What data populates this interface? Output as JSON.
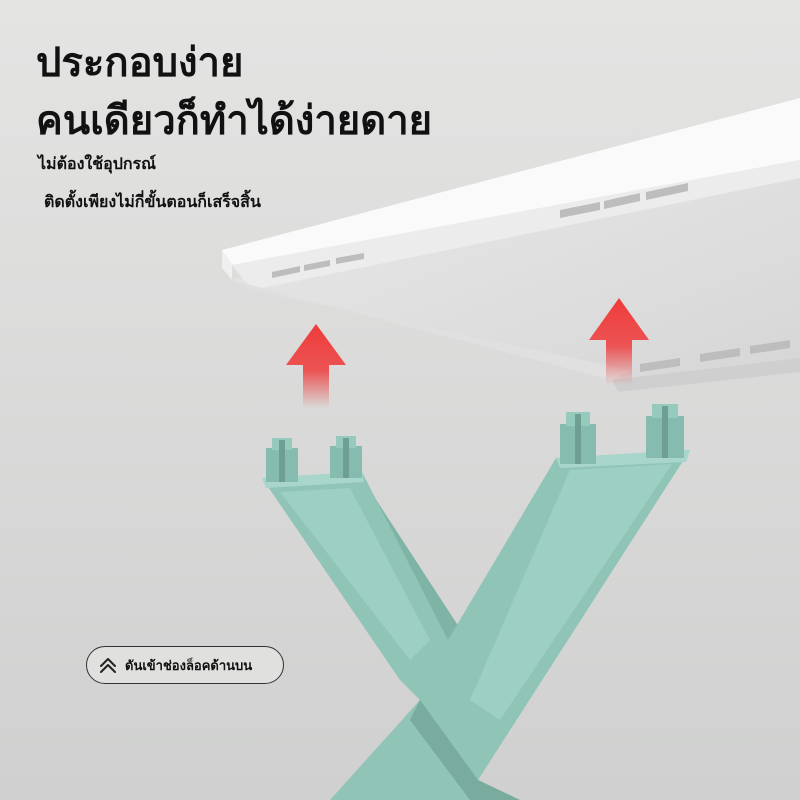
{
  "headline": {
    "line1": "ประกอบง่าย",
    "line2": "คนเดียวก็ทำได้ง่ายดาย"
  },
  "subtitle": {
    "line1": "ไม่ต้องใช้อุปกรณ์",
    "line2": "ติดตั้งเพียงไม่กี่ขั้นตอนก็เสร็จสิ้น"
  },
  "hint": {
    "label": "ดันเข้าช่องล็อคด้านบน",
    "icon": "chevron-up-icon"
  },
  "colors": {
    "background": "#d9d9d8",
    "leg": "#8fc4b7",
    "arrow": "#ef3b3b",
    "panel": "#f4f4f4"
  }
}
